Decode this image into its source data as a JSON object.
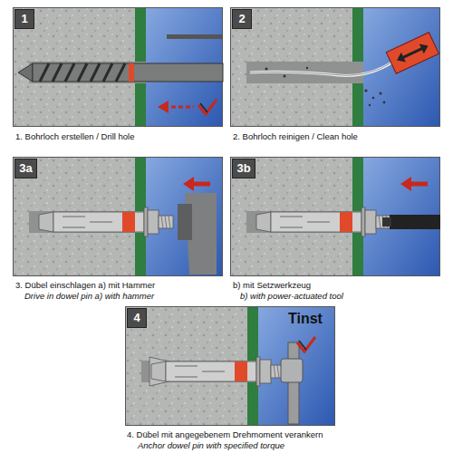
{
  "diagram": {
    "nodes": [
      {
        "text": [
          "1"
        ]
      },
      {
        "text": [
          "2"
        ]
      },
      {
        "text": [
          "3a"
        ]
      },
      {
        "text": [
          "3b"
        ]
      },
      {
        "text": [
          "4"
        ]
      }
    ],
    "labels": [
      "1. Bohrloch erstellen / Drill hole",
      "2. Bohrloch reinigen / Clean hole",
      "3. Dübel einschlagen a) mit Hammer",
      "Drive in dowel pin a) with hammer",
      "b) mit Setzwerkzeug",
      "b) with power-actuated tool",
      "Tinst",
      "4. Dübel mit angegebenem Drehmoment verankern",
      "Anchor dowel pin with specified torque"
    ]
  }
}
